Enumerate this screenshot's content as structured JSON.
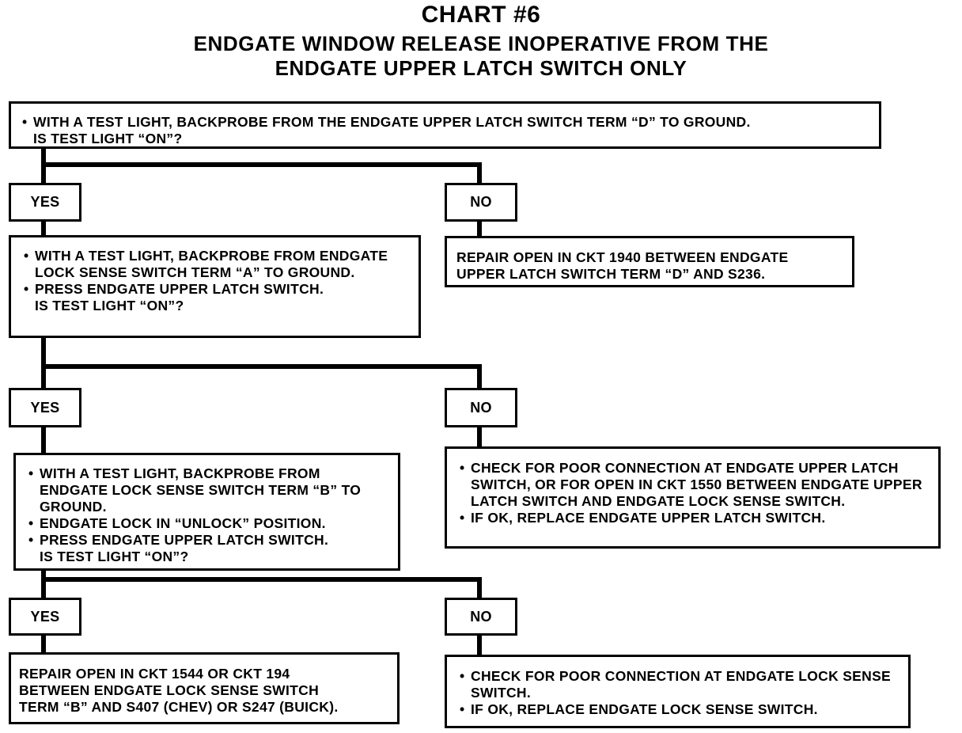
{
  "title": "CHART #6",
  "subtitle_line1": "ENDGATE WINDOW RELEASE INOPERATIVE FROM THE",
  "subtitle_line2": "ENDGATE UPPER LATCH SWITCH ONLY",
  "step1": {
    "bullet": "WITH A TEST LIGHT, BACKPROBE FROM THE ENDGATE UPPER LATCH SWITCH TERM “D” TO GROUND.",
    "question": "IS TEST LIGHT “ON”?"
  },
  "labels": {
    "yes": "YES",
    "no": "NO"
  },
  "no1_text_line1": "REPAIR OPEN IN CKT 1940 BETWEEN ENDGATE",
  "no1_text_line2": "UPPER LATCH SWITCH TERM “D” AND S236.",
  "step2": {
    "bullet1": "WITH A TEST LIGHT, BACKPROBE FROM ENDGATE LOCK SENSE SWITCH TERM “A” TO GROUND.",
    "bullet2": "PRESS ENDGATE UPPER LATCH SWITCH.",
    "question": "IS TEST LIGHT “ON”?"
  },
  "no2": {
    "bullet1": "CHECK FOR POOR CONNECTION AT ENDGATE UPPER LATCH SWITCH, OR FOR OPEN IN CKT 1550 BETWEEN ENDGATE UPPER LATCH SWITCH AND ENDGATE LOCK SENSE SWITCH.",
    "bullet2": "IF OK, REPLACE ENDGATE UPPER LATCH SWITCH."
  },
  "step3": {
    "bullet1": "WITH A TEST LIGHT, BACKPROBE FROM ENDGATE LOCK SENSE SWITCH TERM “B” TO GROUND.",
    "bullet2": "ENDGATE LOCK IN “UNLOCK” POSITION.",
    "bullet3": "PRESS ENDGATE UPPER LATCH SWITCH.",
    "question": "IS TEST LIGHT “ON”?"
  },
  "yes3_text_line1": "REPAIR OPEN IN CKT 1544 OR CKT 194",
  "yes3_text_line2": "BETWEEN ENDGATE LOCK SENSE SWITCH",
  "yes3_text_line3": "TERM “B” AND S407 (CHEV) OR S247 (BUICK).",
  "no3": {
    "bullet1": "CHECK FOR POOR CONNECTION AT ENDGATE LOCK SENSE SWITCH.",
    "bullet2": "IF OK, REPLACE ENDGATE LOCK SENSE SWITCH."
  }
}
